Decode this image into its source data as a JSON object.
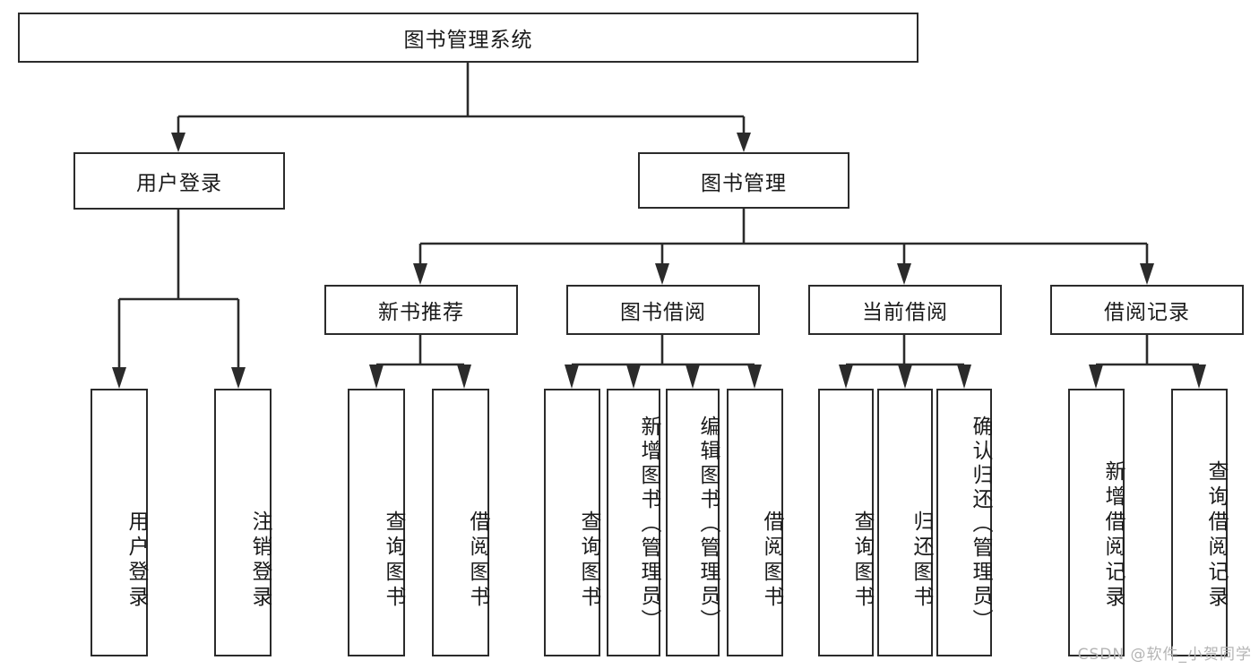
{
  "diagram": {
    "title": "图书管理系统",
    "watermark": "CSDN @软件_小贺同学",
    "root": {
      "label": "图书管理系统"
    },
    "level1": [
      {
        "label": "用户登录"
      },
      {
        "label": "图书管理"
      }
    ],
    "level2": [
      {
        "label": "新书推荐"
      },
      {
        "label": "图书借阅"
      },
      {
        "label": "当前借阅"
      },
      {
        "label": "借阅记录"
      }
    ],
    "leaves": {
      "user_login": [
        {
          "label": "用户登录"
        },
        {
          "label": "注销登录"
        }
      ],
      "new_book_recommend": [
        {
          "label": "查询图书"
        },
        {
          "label": "借阅图书"
        }
      ],
      "book_borrow": [
        {
          "label": "查询图书"
        },
        {
          "label": "新增图书（管理员）"
        },
        {
          "label": "编辑图书（管理员）"
        },
        {
          "label": "借阅图书"
        }
      ],
      "current_borrow": [
        {
          "label": "查询图书"
        },
        {
          "label": "归还图书"
        },
        {
          "label": "确认归还（管理员）"
        }
      ],
      "borrow_record": [
        {
          "label": "新增借阅记录"
        },
        {
          "label": "查询借阅记录"
        }
      ]
    },
    "colors": {
      "stroke": "#2b2b2b",
      "background": "#ffffff",
      "text": "#1a1a1a",
      "watermark": "#b4b4b4"
    }
  }
}
